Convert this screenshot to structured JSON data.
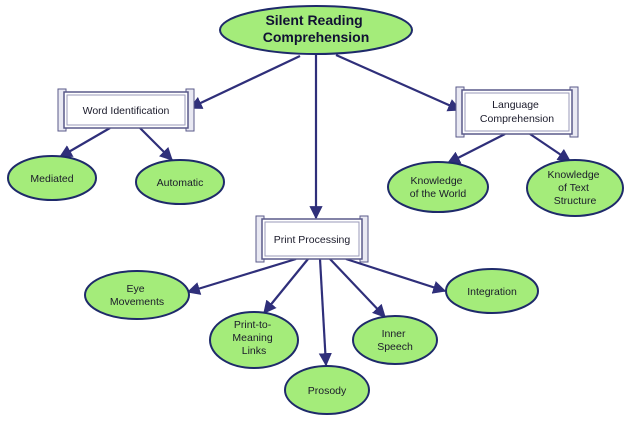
{
  "colors": {
    "ellipse_fill": "#a4ec7a",
    "ellipse_stroke": "#1e2a6a",
    "box_stroke": "#5a5a8a",
    "edge": "#2f2f7a"
  },
  "nodes": {
    "root": {
      "lines": [
        "Silent Reading",
        "Comprehension"
      ],
      "shape": "ellipse"
    },
    "word_id": {
      "lines": [
        "Word Identification"
      ],
      "shape": "box"
    },
    "lang_comp": {
      "lines": [
        "Language",
        "Comprehension"
      ],
      "shape": "box"
    },
    "print_proc": {
      "lines": [
        "Print Processing"
      ],
      "shape": "box"
    },
    "mediated": {
      "lines": [
        "Mediated"
      ],
      "shape": "ellipse"
    },
    "automatic": {
      "lines": [
        "Automatic"
      ],
      "shape": "ellipse"
    },
    "knowledge_world": {
      "lines": [
        "Knowledge",
        "of the World"
      ],
      "shape": "ellipse"
    },
    "knowledge_text": {
      "lines": [
        "Knowledge",
        "of Text",
        "Structure"
      ],
      "shape": "ellipse"
    },
    "eye_movements": {
      "lines": [
        "Eye",
        "Movements"
      ],
      "shape": "ellipse"
    },
    "print_meaning": {
      "lines": [
        "Print-to-",
        "Meaning",
        "Links"
      ],
      "shape": "ellipse"
    },
    "prosody": {
      "lines": [
        "Prosody"
      ],
      "shape": "ellipse"
    },
    "inner_speech": {
      "lines": [
        "Inner",
        "Speech"
      ],
      "shape": "ellipse"
    },
    "integration": {
      "lines": [
        "Integration"
      ],
      "shape": "ellipse"
    }
  },
  "edges": [
    [
      "root",
      "word_id"
    ],
    [
      "root",
      "lang_comp"
    ],
    [
      "root",
      "print_proc"
    ],
    [
      "word_id",
      "mediated"
    ],
    [
      "word_id",
      "automatic"
    ],
    [
      "lang_comp",
      "knowledge_world"
    ],
    [
      "lang_comp",
      "knowledge_text"
    ],
    [
      "print_proc",
      "eye_movements"
    ],
    [
      "print_proc",
      "print_meaning"
    ],
    [
      "print_proc",
      "prosody"
    ],
    [
      "print_proc",
      "inner_speech"
    ],
    [
      "print_proc",
      "integration"
    ]
  ]
}
